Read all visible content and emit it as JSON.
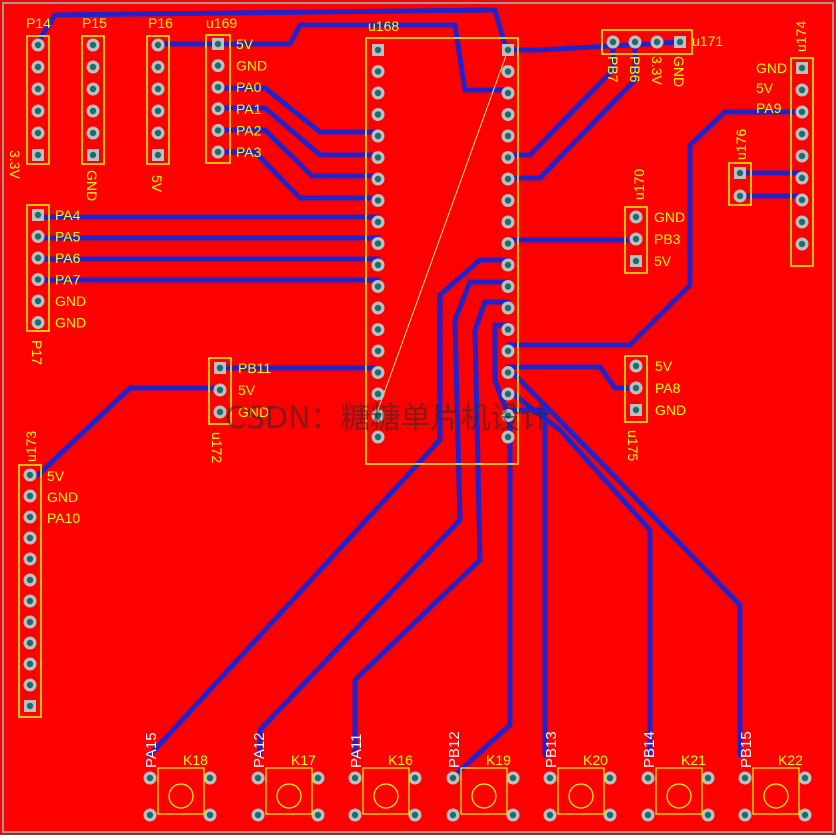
{
  "colors": {
    "board": "#ff0000",
    "track": "#2222cc",
    "silk": "#ffff00",
    "pad_ring": "#bfbfbf",
    "pad_hole": "#1a6e6e",
    "watermark": "#333333"
  },
  "watermark": "CSDN：糖糖单片机设计",
  "designators": {
    "p14": "P14",
    "p15": "P15",
    "p16": "P16",
    "u169": "u169",
    "u168": "u168",
    "u171": "u171",
    "u174": "u174",
    "u176": "u176",
    "u170": "u170",
    "p17": "P17",
    "u172": "u172",
    "u175": "u175",
    "u173": "u173",
    "k18": "K18",
    "k17": "K17",
    "k16": "K16",
    "k19": "K19",
    "k20": "K20",
    "k21": "K21",
    "k22": "K22"
  },
  "header_labels": {
    "p14_side": "3.3V",
    "p15_side": "GND",
    "p16_side": "5V"
  },
  "u169_pins": [
    "5V",
    "GND",
    "PA0",
    "PA1",
    "PA2",
    "PA3"
  ],
  "p17_pins": [
    "PA4",
    "PA5",
    "PA6",
    "PA7",
    "GND",
    "GND"
  ],
  "u171_pins": [
    "PB7",
    "PB6",
    "3.3V",
    "GND"
  ],
  "u174_pins": [
    "GND",
    "5V",
    "PA9"
  ],
  "u170_pins": [
    "GND",
    "PB3",
    "5V"
  ],
  "u172_pins": [
    "PB11",
    "5V",
    "GND"
  ],
  "u175_pins": [
    "5V",
    "PA8",
    "GND"
  ],
  "u173_pins": [
    "5V",
    "GND",
    "PA10"
  ],
  "button_signals": [
    "PA15",
    "PA12",
    "PA11",
    "PB12",
    "PB13",
    "PB14",
    "PB15"
  ]
}
